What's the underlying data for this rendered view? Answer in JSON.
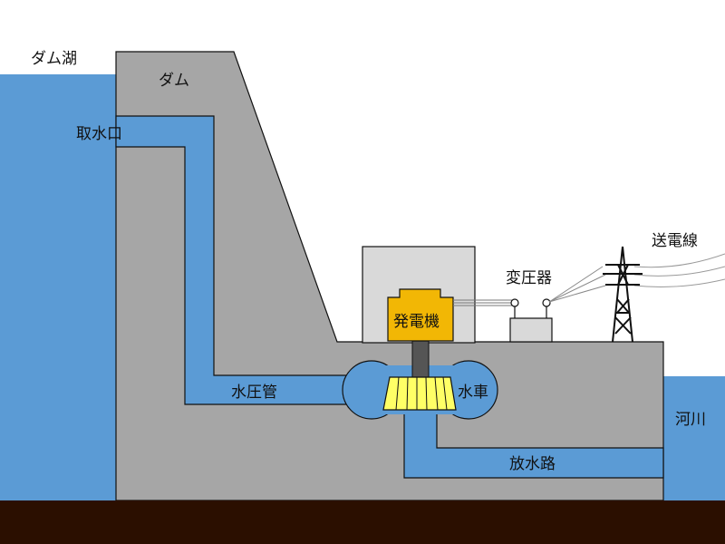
{
  "colors": {
    "water": "#5b9bd5",
    "dam_concrete": "#a6a6a6",
    "building": "#d9d9d9",
    "ground": "#2b0f00",
    "generator": "#f2b705",
    "turbine": "#ffff66",
    "outline": "#111111"
  },
  "labels": {
    "reservoir": "ダム湖",
    "dam": "ダム",
    "intake": "取水口",
    "penstock": "水圧管",
    "generator": "発電機",
    "turbine": "水車",
    "transformer": "変圧器",
    "power_lines": "送電線",
    "tailrace": "放水路",
    "river": "河川"
  },
  "icons": {
    "transmission_tower": "transmission-tower-icon",
    "transformer": "transformer-icon",
    "turbine": "turbine-icon",
    "generator": "generator-icon"
  }
}
